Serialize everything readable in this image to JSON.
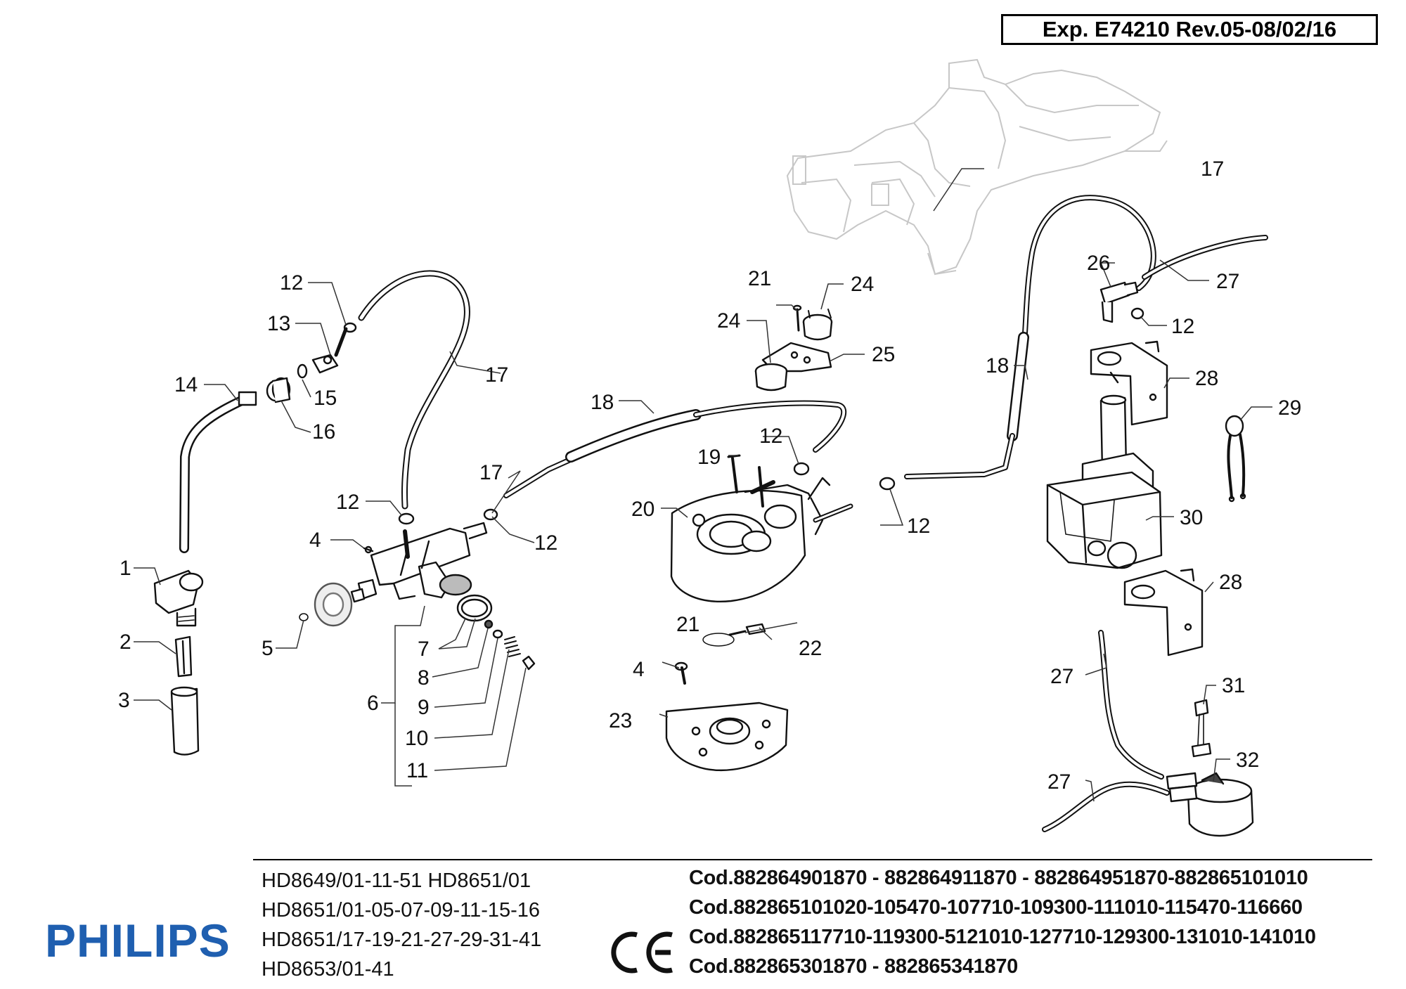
{
  "header": {
    "exp_ref": "Exp. E74210 Rev.05-08/02/16"
  },
  "footer": {
    "brand": "PHILIPS",
    "models": [
      "HD8649/01-11-51 HD8651/01",
      "HD8651/01-05-07-09-11-15-16",
      "HD8651/17-19-21-27-29-31-41",
      "HD8653/01-41"
    ],
    "codes": [
      "Cod.882864901870 - 882864911870 - 882864951870-882865101010",
      "Cod.882865101020-105470-107710-109300-111010-115470-116660",
      "Cod.882865117710-119300-5121010-127710-129300-131010-141010",
      "Cod.882865301870 - 882865341870"
    ],
    "ce_mark": "CE"
  },
  "callouts": {
    "c1": "1",
    "c2": "2",
    "c3": "3",
    "c4a": "4",
    "c4b": "4",
    "c5": "5",
    "c6": "6",
    "c7": "7",
    "c8": "8",
    "c9": "9",
    "c10": "10",
    "c11": "11",
    "c12a": "12",
    "c12b": "12",
    "c12c": "12",
    "c12d": "12",
    "c12e": "12",
    "c12f": "12",
    "c13": "13",
    "c14": "14",
    "c15": "15",
    "c16": "16",
    "c17a": "17",
    "c17b": "17",
    "c17c": "17",
    "c18a": "18",
    "c18b": "18",
    "c19": "19",
    "c20": "20",
    "c21a": "21",
    "c21b": "21",
    "c22": "22",
    "c23": "23",
    "c24a": "24",
    "c24b": "24",
    "c25": "25",
    "c26": "26",
    "c27a": "27",
    "c27b": "27",
    "c27c": "27",
    "c28a": "28",
    "c28b": "28",
    "c29": "29",
    "c30": "30",
    "c31": "31",
    "c32": "32"
  }
}
